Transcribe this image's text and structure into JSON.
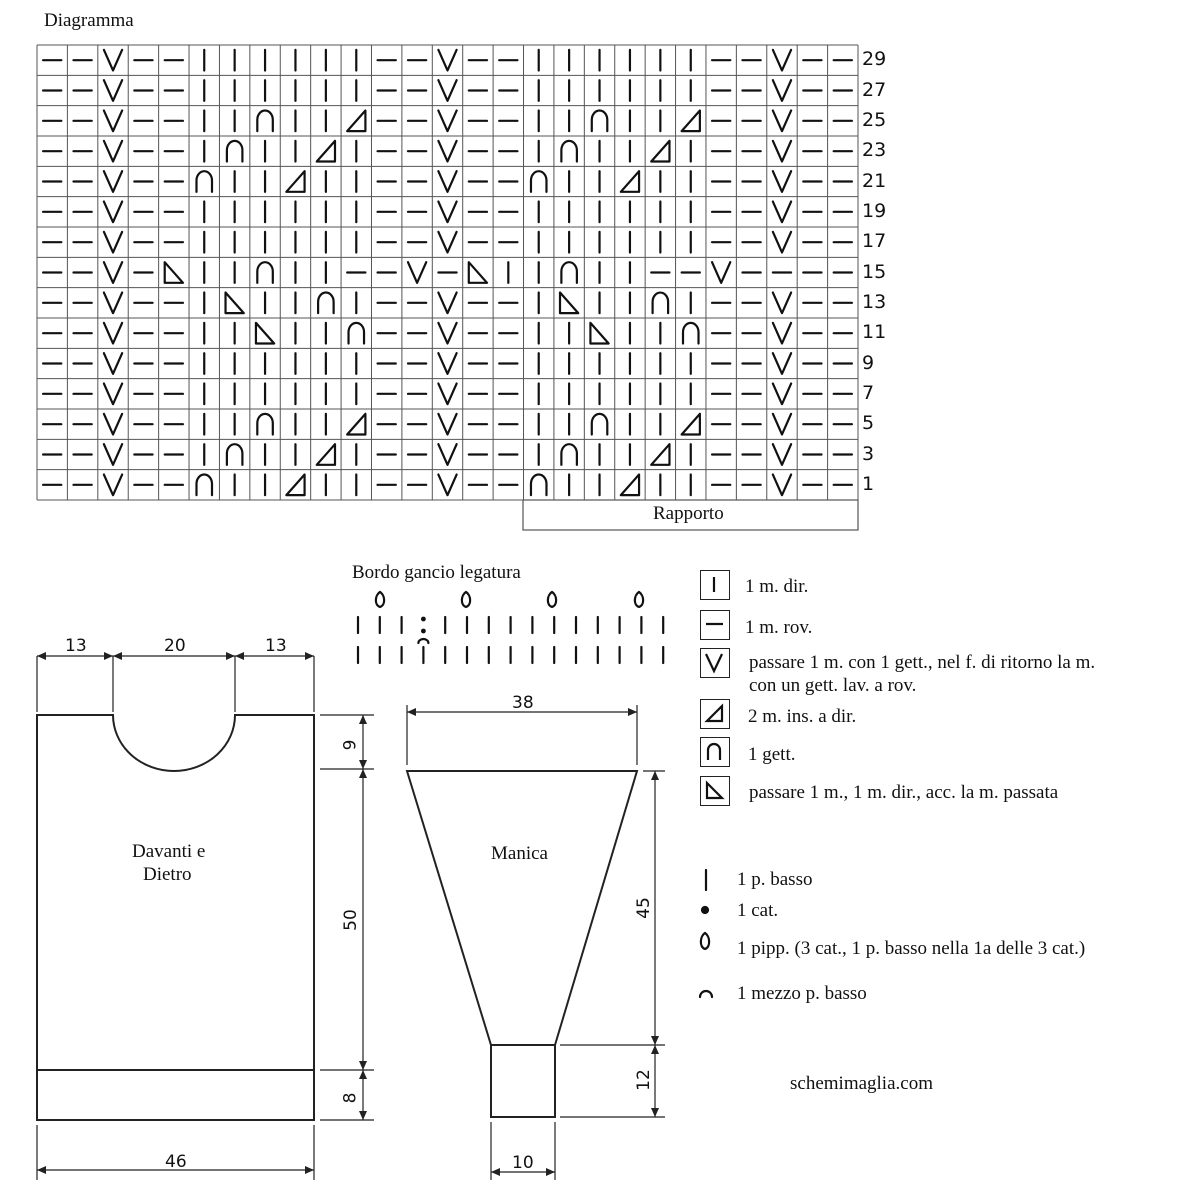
{
  "diagram": {
    "title": "Diagramma",
    "row_numbers": [
      "29",
      "27",
      "25",
      "23",
      "21",
      "19",
      "17",
      "15",
      "13",
      "11",
      "9",
      "7",
      "5",
      "3",
      "1"
    ],
    "repeat_label": "Rapporto",
    "rows": [
      "RRVRRKKKKKKRRVRRKKKKKKRRVRR",
      "RRVRRKKKKKKRRVRRKKKKKKRRVRR",
      "RRVRRKKYKKTRRVRRKKYKKTRRVRR",
      "RRVRRKYKKTKRRVRRKYKKTKRRVRR",
      "RRVRRYKKTKKRRVRRYKKTKKRRVRR",
      "RRVRRKKKKKKRRVRRKKKKKKRRVRR",
      "RRVRRKKKKKKRRVRRKKKKKKRRVRR",
      "RRVRSKKYKKRRVRSKKYKKRRVRR",
      "RRVRRKSKKYKRRVRRKSKKYKRRVRR",
      "RRVRRKKSKKYRRVRRKKSKKYRRVRR",
      "RRVRRKKKKKKRRVRRKKKKKKRRVRR",
      "RRVRRKKKKKKRRVRRKKKKKKRRVRR",
      "RRVRRKKYKKTRRVRRKKYKKTRRVRR",
      "RRVRRKYKKTKRRVRRKYKKTKRRVRR",
      "RRVRRYKKTKKRRVRRYKKTKKRRVRR"
    ]
  },
  "border": {
    "title": "Bordo gancio legatura"
  },
  "schematics": {
    "front_back": {
      "label_line1": "Davanti e",
      "label_line2": "Dietro",
      "top_left": "13",
      "top_mid": "20",
      "top_right": "13",
      "neck_depth": "9",
      "body_height": "50",
      "rib_height": "8",
      "width": "46"
    },
    "sleeve": {
      "label": "Manica",
      "top_width": "38",
      "length": "45",
      "cuff_height": "12",
      "cuff_width": "10"
    }
  },
  "legend": {
    "knit": {
      "text": "1 m. dir.",
      "icon": "knit-icon"
    },
    "purl": {
      "text": "1 m. rov.",
      "icon": "purl-icon"
    },
    "slip": {
      "line1": "passare 1 m. con 1 gett., nel f. di ritorno la m.",
      "line2": "con un gett. lav. a rov.",
      "icon": "slip-stitch-icon"
    },
    "k2tog": {
      "text": "2 m. ins. a dir.",
      "icon": "k2tog-icon"
    },
    "yo": {
      "text": "1 gett.",
      "icon": "yarn-over-icon"
    },
    "skpo": {
      "text": "passare 1 m., 1 m. dir., acc. la m. passata",
      "icon": "skpo-icon"
    },
    "sc": {
      "text": "1 p. basso",
      "icon": "single-crochet-icon"
    },
    "ch": {
      "text": "1 cat.",
      "icon": "chain-icon"
    },
    "picot": {
      "text": "1 pipp. (3 cat., 1 p. basso nella 1a delle 3 cat.)",
      "icon": "picot-icon"
    },
    "hdc": {
      "text": "1 mezzo p. basso",
      "icon": "half-double-crochet-icon"
    }
  },
  "watermark": "schemimaglia.com"
}
